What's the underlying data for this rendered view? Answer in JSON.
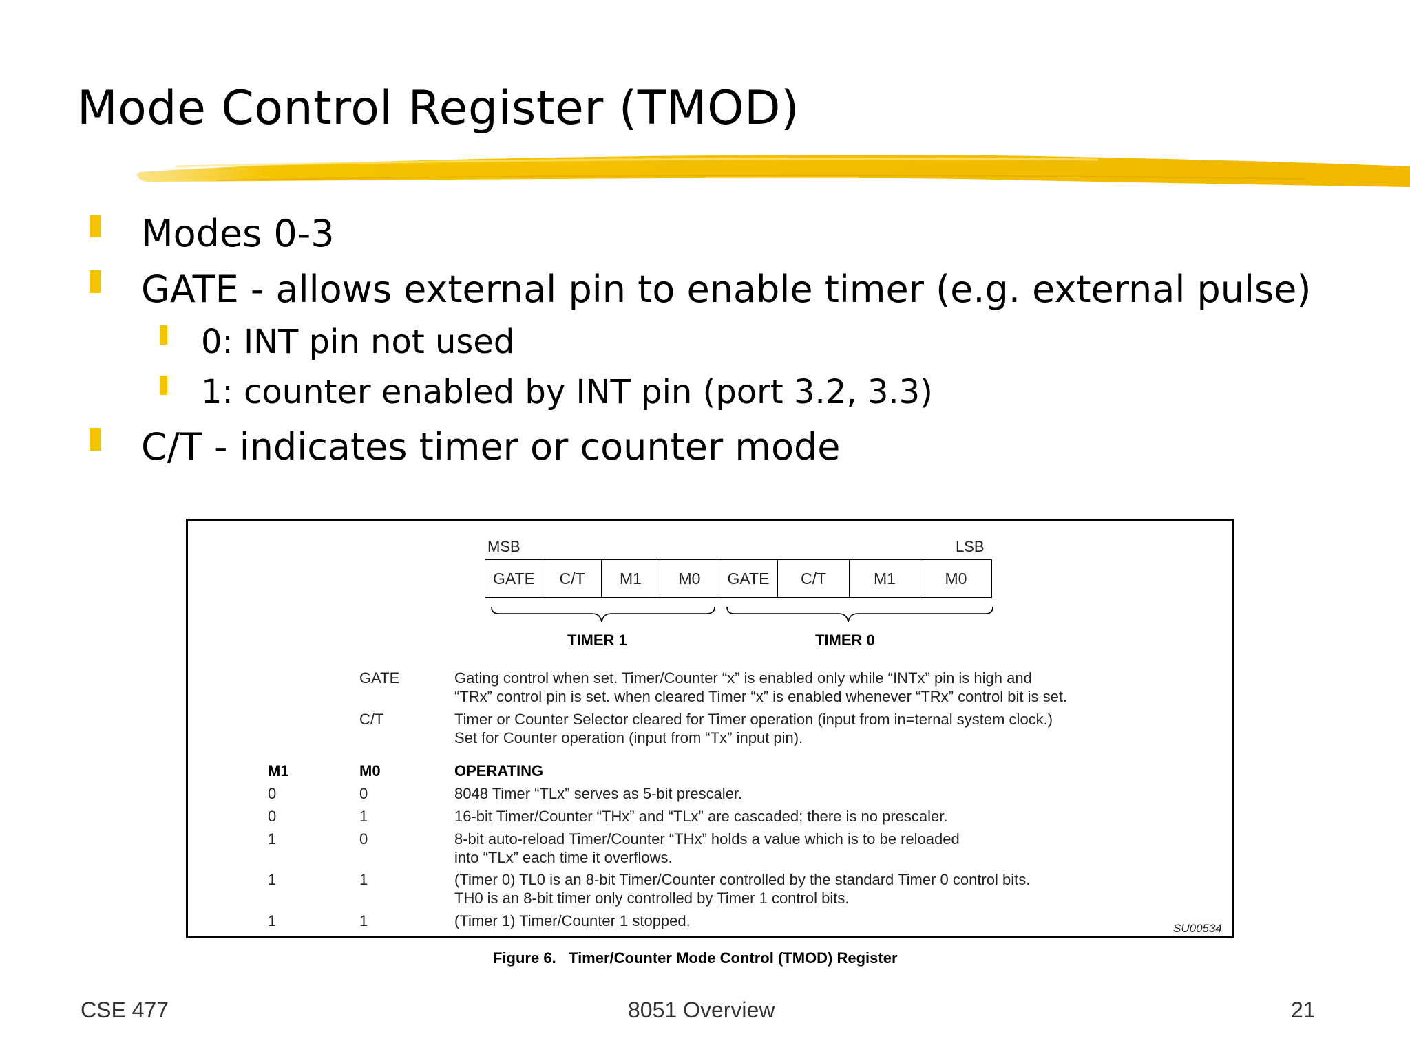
{
  "slide": {
    "title": "Mode Control Register (TMOD)",
    "bullets": [
      {
        "text": "Modes 0-3"
      },
      {
        "text": "GATE - allows external pin to enable timer (e.g. external pulse)"
      },
      {
        "text": "0: INT pin not used"
      },
      {
        "text": "1: counter enabled by INT pin (port 3.2, 3.3)"
      },
      {
        "text": "C/T - indicates timer or counter mode"
      }
    ],
    "accent_color": "#f5c400"
  },
  "figure": {
    "msb": "MSB",
    "lsb": "LSB",
    "register_bits": [
      "GATE",
      "C/T",
      "M1",
      "M0",
      "GATE",
      "C/T",
      "M1",
      "M0"
    ],
    "timer1": "TIMER 1",
    "timer0": "TIMER 0",
    "gate_label": "GATE",
    "gate_desc1": "Gating control when set. Timer/Counter “x” is enabled only while “INTx” pin is high and",
    "gate_desc2": "“TRx” control pin is set. when cleared Timer “x” is enabled whenever “TRx” control bit is set.",
    "ct_label": "C/T",
    "ct_desc1": "Timer or Counter Selector cleared for Timer operation (input from in=ternal system clock.)",
    "ct_desc2": "Set for Counter operation (input from “Tx” input pin).",
    "table_headers": {
      "m1": "M1",
      "m0": "M0",
      "op": "OPERATING"
    },
    "rows": [
      {
        "m1": "0",
        "m0": "0",
        "desc1": "8048 Timer “TLx” serves as 5-bit prescaler.",
        "desc2": ""
      },
      {
        "m1": "0",
        "m0": "1",
        "desc1": "16-bit Timer/Counter “THx” and “TLx” are cascaded; there is no prescaler.",
        "desc2": ""
      },
      {
        "m1": "1",
        "m0": "0",
        "desc1": "8-bit auto-reload Timer/Counter “THx” holds a value which is to be reloaded",
        "desc2": "into “TLx” each time it overflows."
      },
      {
        "m1": "1",
        "m0": "1",
        "desc1": "(Timer 0) TL0 is an 8-bit Timer/Counter controlled by the standard Timer 0 control bits.",
        "desc2": "TH0 is an 8-bit timer only controlled by Timer 1 control bits."
      },
      {
        "m1": "1",
        "m0": "1",
        "desc1": "(Timer 1) Timer/Counter 1 stopped.",
        "desc2": ""
      }
    ],
    "code": "SU00534",
    "caption": "Figure 6.   Timer/Counter Mode Control (TMOD) Register"
  },
  "footer": {
    "left": "CSE 477",
    "center": "8051 Overview",
    "right": "21"
  }
}
